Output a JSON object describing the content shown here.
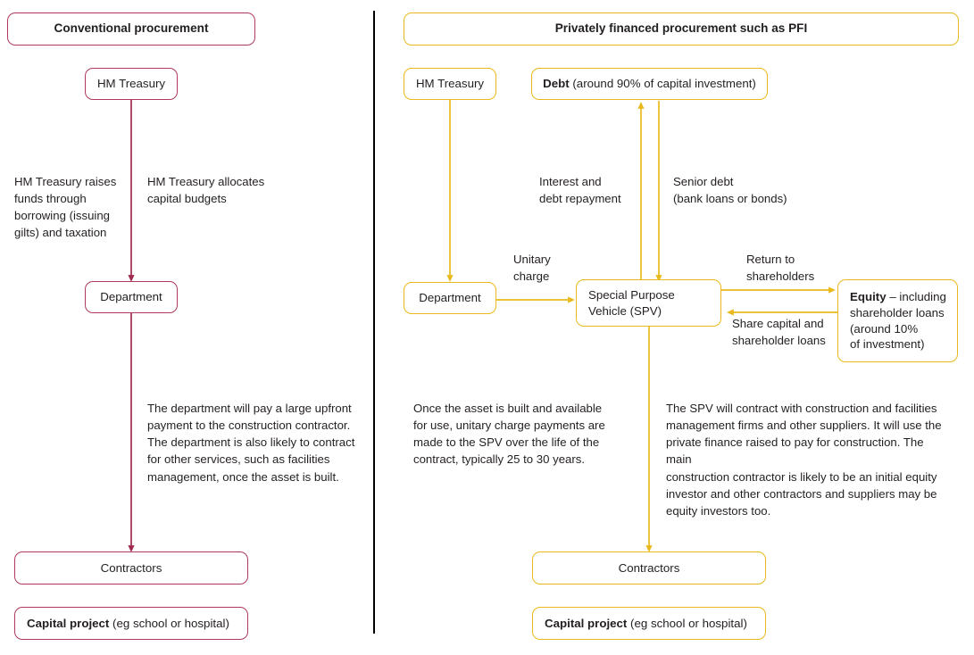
{
  "colors": {
    "conventional_accent": "#b03a5b",
    "pfi_accent": "#e8b91d",
    "divider": "#000000",
    "text": "#231f20"
  },
  "divider": {
    "label": "vertical-panel-divider"
  },
  "panels": [
    {
      "id": "conventional",
      "title": "Conventional procurement",
      "accent": "#b03a5b",
      "boxes": {
        "hm_treasury": "HM Treasury",
        "department": "Department",
        "contractors": "Contractors",
        "capital_project_strong": "Capital project",
        "capital_project_rest": " (eg school or hospital)"
      },
      "notes": {
        "treasury_raises": "HM Treasury raises\nfunds through\nborrowing (issuing\ngilts) and taxation",
        "treasury_allocates": "HM Treasury allocates\ncapital budgets",
        "department_pays": "The department will pay a large upfront\npayment to the construction contractor.\nThe department is also likely to contract\nfor other services, such as facilities\nmanagement, once the asset is built."
      },
      "arrows": [
        {
          "name": "hm-treasury-to-department",
          "from": "HM Treasury",
          "to": "Department",
          "direction": "down"
        },
        {
          "name": "department-to-contractors",
          "from": "Department",
          "to": "Contractors",
          "direction": "down"
        }
      ]
    },
    {
      "id": "pfi",
      "title": "Privately financed procurement such as PFI",
      "accent": "#e8b91d",
      "boxes": {
        "hm_treasury": "HM Treasury",
        "debt_strong": "Debt",
        "debt_rest": " (around 90% of capital investment)",
        "department": "Department",
        "spv": "Special Purpose\nVehicle (SPV)",
        "equity_strong": "Equity",
        "equity_rest": " – including\nshareholder loans\n(around 10%\nof investment)",
        "contractors": "Contractors",
        "capital_project_strong": "Capital project",
        "capital_project_rest": " (eg school or hospital)"
      },
      "notes": {
        "interest_and_debt": "Interest and\ndebt repayment",
        "senior_debt": "Senior debt\n(bank loans or bonds)",
        "unitary_charge": "Unitary\ncharge",
        "return_to_shareholders": "Return to\nshareholders",
        "share_capital": "Share capital and\nshareholder loans",
        "once_built": "Once the asset is built and available\nfor use, unitary charge payments are\nmade to the SPV over the life of the\ncontract, typically 25 to 30 years.",
        "spv_contracts": "The SPV will contract with construction and facilities\nmanagement firms and other suppliers. It will use the\nprivate finance raised to pay for construction. The main\nconstruction contractor is likely to be an initial equity\ninvestor and other contractors and suppliers may be\nequity investors too."
      },
      "arrows": [
        {
          "name": "hm-treasury-to-department",
          "from": "HM Treasury",
          "to": "Department",
          "direction": "down"
        },
        {
          "name": "department-to-spv",
          "from": "Department",
          "to": "Special Purpose Vehicle (SPV)",
          "direction": "right",
          "label": "Unitary charge"
        },
        {
          "name": "spv-to-debt",
          "from": "Special Purpose Vehicle (SPV)",
          "to": "Debt",
          "direction": "up",
          "label": "Interest and debt repayment"
        },
        {
          "name": "debt-to-spv",
          "from": "Debt",
          "to": "Special Purpose Vehicle (SPV)",
          "direction": "down",
          "label": "Senior debt (bank loans or bonds)"
        },
        {
          "name": "spv-to-equity",
          "from": "Special Purpose Vehicle (SPV)",
          "to": "Equity",
          "direction": "right",
          "label": "Return to shareholders"
        },
        {
          "name": "equity-to-spv",
          "from": "Equity",
          "to": "Special Purpose Vehicle (SPV)",
          "direction": "left",
          "label": "Share capital and shareholder loans"
        },
        {
          "name": "spv-to-contractors",
          "from": "Special Purpose Vehicle (SPV)",
          "to": "Contractors",
          "direction": "down"
        }
      ]
    }
  ]
}
